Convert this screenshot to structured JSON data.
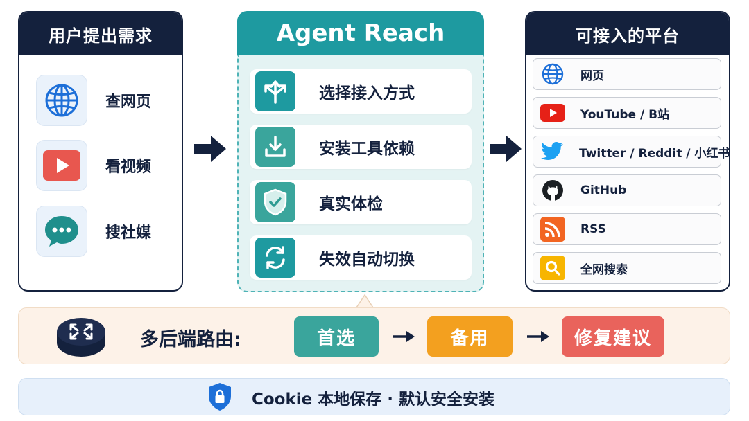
{
  "left_panel": {
    "title": "用户提出需求",
    "items": [
      {
        "label": "查网页",
        "icon": "globe-icon"
      },
      {
        "label": "看视频",
        "icon": "play-icon"
      },
      {
        "label": "搜社媒",
        "icon": "chat-bubble-icon"
      }
    ]
  },
  "middle_panel": {
    "title": "Agent Reach",
    "steps": [
      {
        "label": "选择接入方式",
        "icon": "route-split-icon"
      },
      {
        "label": "安装工具依赖",
        "icon": "download-icon"
      },
      {
        "label": "真实体检",
        "icon": "shield-check-icon"
      },
      {
        "label": "失效自动切换",
        "icon": "refresh-icon"
      }
    ]
  },
  "right_panel": {
    "title": "可接入的平台",
    "platforms": [
      {
        "label": "网页",
        "icon": "globe-icon"
      },
      {
        "label": "YouTube / B站",
        "icon": "youtube-icon"
      },
      {
        "label": "Twitter / Reddit / 小红书",
        "icon": "twitter-bird-icon"
      },
      {
        "label": "GitHub",
        "icon": "github-icon"
      },
      {
        "label": "RSS",
        "icon": "rss-icon"
      },
      {
        "label": "全网搜索",
        "icon": "search-icon"
      }
    ]
  },
  "routing": {
    "label": "多后端路由:",
    "icon": "router-icon",
    "chips": [
      {
        "label": "首选",
        "color": "#3aa59c"
      },
      {
        "label": "备用",
        "color": "#f3a01f"
      },
      {
        "label": "修复建议",
        "color": "#e9635c"
      }
    ]
  },
  "footer": {
    "text": "Cookie 本地保存 · 默认安全安装",
    "icon": "lock-shield-icon"
  },
  "colors": {
    "navy": "#14213d",
    "teal": "#1e9aa0",
    "teal_light": "#e4f3f3",
    "youtube_red": "#e62117",
    "twitter_blue": "#1da1f2",
    "rss_orange": "#f26522",
    "search_yellow": "#f7b500"
  }
}
